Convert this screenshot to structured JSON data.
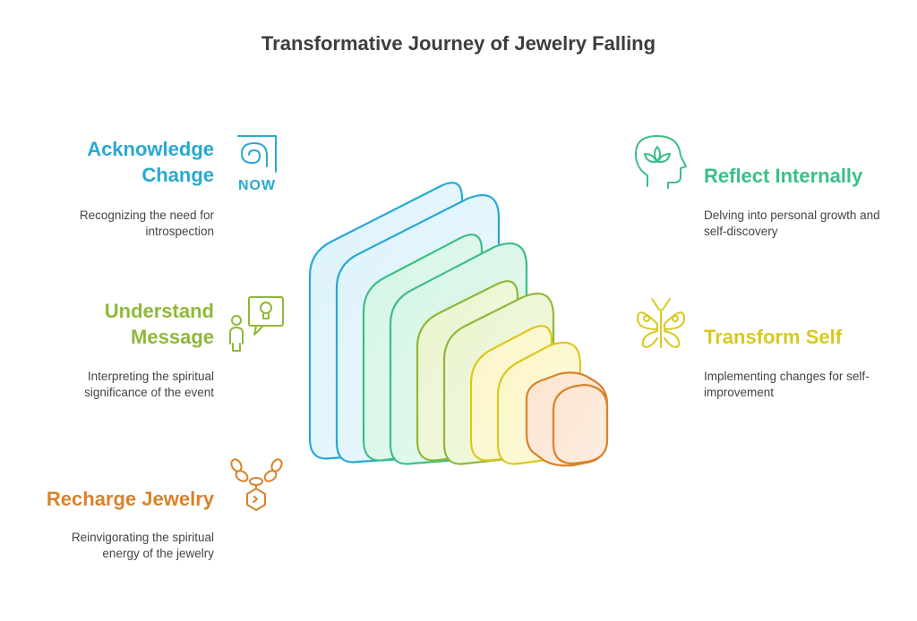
{
  "title": "Transformative Journey of Jewelry Falling",
  "colors": {
    "blue": "#29a8d4",
    "green": "#3cbf87",
    "lime": "#8fb83a",
    "yellow": "#d9c91f",
    "orange": "#d9822b",
    "title": "#3d3d3d",
    "text": "#444444"
  },
  "steps": [
    {
      "heading": "Acknowledge Change",
      "description": "Recognizing the need for introspection",
      "icon": "now-icon",
      "icon_text": "NOW"
    },
    {
      "heading": "Reflect Internally",
      "description": "Delving into personal growth and self-discovery",
      "icon": "head-lotus-icon"
    },
    {
      "heading": "Understand Message",
      "description": "Interpreting the spiritual significance of the event",
      "icon": "person-idea-icon"
    },
    {
      "heading": "Transform Self",
      "description": "Implementing changes for self-improvement",
      "icon": "butterfly-icon"
    },
    {
      "heading": "Recharge Jewelry",
      "description": "Reinvigorating the spiritual energy of the jewelry",
      "icon": "necklace-icon"
    }
  ]
}
